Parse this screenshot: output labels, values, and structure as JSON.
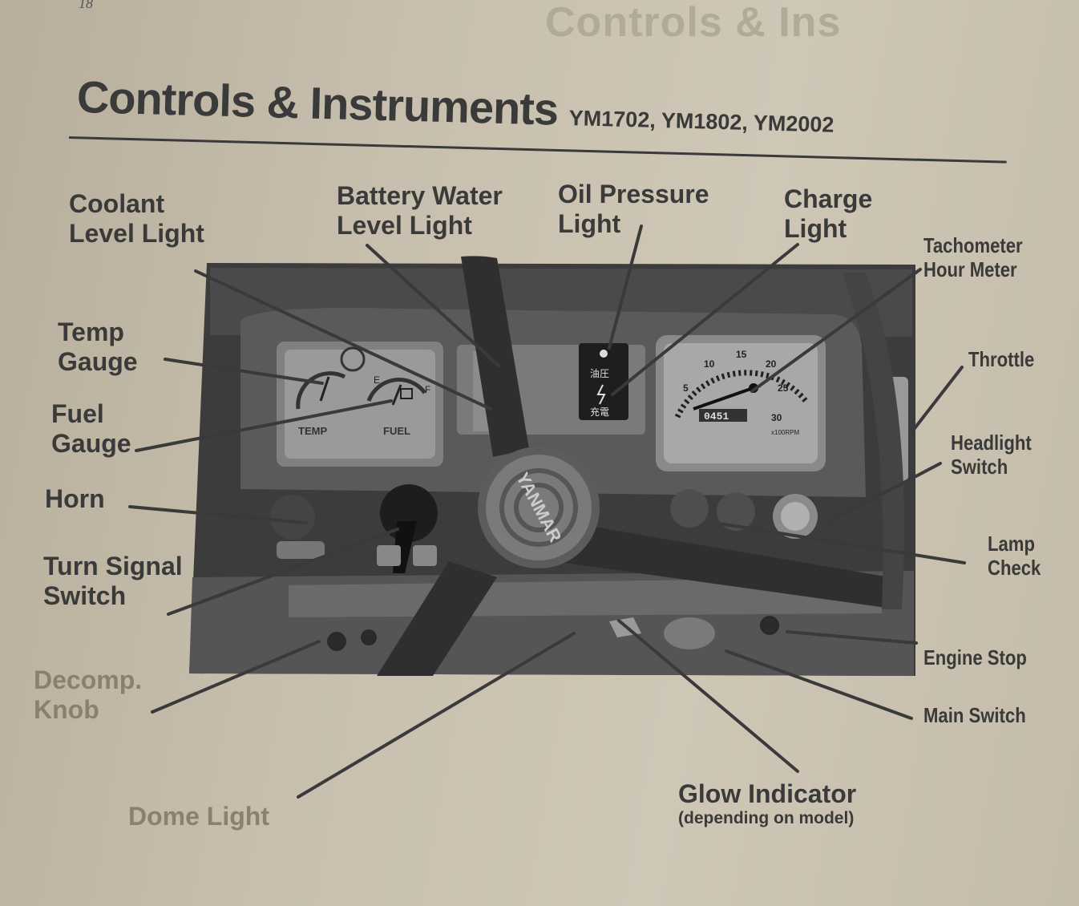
{
  "page": {
    "number": "18",
    "ghost_heading": "Controls & Ins"
  },
  "title": {
    "main": "Controls & Instruments",
    "models": "YM1702, YM1802, YM2002"
  },
  "dashboard": {
    "brand": "YANMAR",
    "gauges": {
      "temp_label": "TEMP",
      "fuel_label": "FUEL",
      "fuel_empty": "E",
      "fuel_full": "F",
      "oil_symbol": "油圧",
      "charge_symbol": "充電",
      "tach_ticks": [
        "5",
        "10",
        "15",
        "20",
        "25",
        "30"
      ],
      "hour_meter": "0451",
      "tach_unit": "x100RPM"
    }
  },
  "labels": {
    "coolant": [
      "Coolant",
      "Level Light"
    ],
    "battery_water": [
      "Battery Water",
      "Level Light"
    ],
    "oil_pressure": [
      "Oil Pressure",
      "Light"
    ],
    "charge": [
      "Charge",
      "Light"
    ],
    "tachometer": [
      "Tachometer",
      "Hour Meter"
    ],
    "temp_gauge": [
      "Temp",
      "Gauge"
    ],
    "throttle": [
      "Throttle"
    ],
    "fuel_gauge": [
      "Fuel",
      "Gauge"
    ],
    "headlight": [
      "Headlight",
      "Switch"
    ],
    "horn": [
      "Horn"
    ],
    "lamp_check": [
      "Lamp",
      "Check"
    ],
    "turn_signal": [
      "Turn Signal",
      "Switch"
    ],
    "engine_stop": [
      "Engine Stop"
    ],
    "decomp": [
      "Decomp.",
      "Knob"
    ],
    "main_switch": [
      "Main Switch"
    ],
    "dome_light": [
      "Dome Light"
    ],
    "glow": [
      "Glow Indicator",
      "(depending on model)"
    ]
  },
  "colors": {
    "paper": "#c8bfae",
    "ink": "#3a3a3a",
    "photo_dark": "#2a2a2a",
    "photo_mid": "#6e6e6e"
  }
}
